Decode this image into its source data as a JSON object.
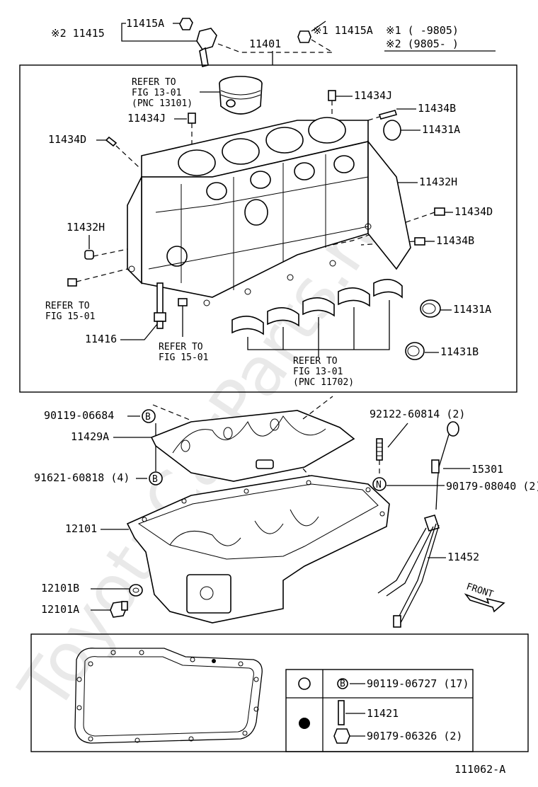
{
  "watermark": "ToyotaCarParts.ru",
  "notes": {
    "note1": "※1 (    -9805)",
    "note2": "※2 (9805-    )"
  },
  "refs": {
    "ref_piston": [
      "REFER TO",
      "FIG 13-01",
      "(PNC 13101)"
    ],
    "ref_fig15_left": [
      "REFER TO",
      "FIG 15-01"
    ],
    "ref_fig15_mid": [
      "REFER TO",
      "FIG 15-01"
    ],
    "ref_bearing": [
      "REFER TO",
      "FIG 13-01",
      "(PNC 11702)"
    ]
  },
  "labels": {
    "p11415_prefix": "※2 11415",
    "p11415A_top": "11415A",
    "p11415A_right": "※1 11415A",
    "p11401": "11401",
    "p11434J_right": "11434J",
    "p11434J_left": "11434J",
    "p11434B_top": "11434B",
    "p11431A_top": "11431A",
    "p11434D_left": "11434D",
    "p11432H_right": "11432H",
    "p11434D_right": "11434D",
    "p11432H_left": "11432H",
    "p11434B_right": "11434B",
    "p11431A_bottom": "11431A",
    "p11416": "11416",
    "p11431B": "11431B",
    "p90119_06684": "90119-06684",
    "p11429A": "11429A",
    "p92122": "92122-60814 (2)",
    "p91621": "91621-60818 (4)",
    "p15301": "15301",
    "p90179_08040": "90179-08040 (2)",
    "p12101": "12101",
    "p11452": "11452",
    "p12101B": "12101B",
    "p12101A": "12101A",
    "front": "FRONT",
    "legend_row1": "90119-06727 (17)",
    "legend_row2": "11421",
    "legend_row3": "90179-06326 (2)",
    "figure_id": "111062-A"
  },
  "markers": {
    "bolt_marker": "B",
    "nut_marker": "N"
  }
}
